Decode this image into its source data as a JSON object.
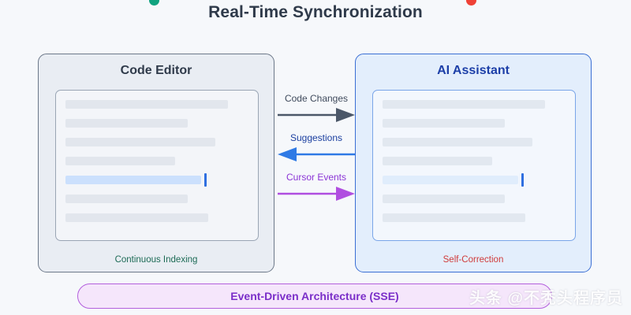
{
  "title": "Real-Time Synchronization",
  "status_dots": [
    {
      "name": "green-dot",
      "color": "#10a37f"
    },
    {
      "name": "red-dot",
      "color": "#ef4136"
    }
  ],
  "panels": {
    "editor": {
      "title": "Code Editor",
      "caption": "Continuous Indexing",
      "caption_color": "#1d6b56",
      "background": "#e9edf3",
      "border_color": "#6c7889",
      "code_lines": [
        {
          "width_pct": 89,
          "highlighted": false
        },
        {
          "width_pct": 67,
          "highlighted": false
        },
        {
          "width_pct": 82,
          "highlighted": false
        },
        {
          "width_pct": 60,
          "highlighted": false
        },
        {
          "width_pct": 74,
          "highlighted": true
        },
        {
          "width_pct": 67,
          "highlighted": false
        },
        {
          "width_pct": 78,
          "highlighted": false
        }
      ]
    },
    "assistant": {
      "title": "AI Assistant",
      "caption": "Self-Correction",
      "caption_color": "#d03b3b",
      "background": "#e3eefc",
      "border_color": "#3b6fd4",
      "code_lines": [
        {
          "width_pct": 89,
          "highlighted": false
        },
        {
          "width_pct": 67,
          "highlighted": false
        },
        {
          "width_pct": 82,
          "highlighted": false
        },
        {
          "width_pct": 60,
          "highlighted": false
        },
        {
          "width_pct": 74,
          "highlighted": true
        },
        {
          "width_pct": 67,
          "highlighted": false
        },
        {
          "width_pct": 78,
          "highlighted": false
        }
      ]
    }
  },
  "flows": [
    {
      "label": "Code Changes",
      "direction": "right",
      "color": "#4b5768",
      "label_color": "#3f4a5c"
    },
    {
      "label": "Suggestions",
      "direction": "left",
      "color": "#2f7ae5",
      "label_color": "#1b3fa0"
    },
    {
      "label": "Cursor Events",
      "direction": "right",
      "color": "#b04ee0",
      "label_color": "#8b35d6"
    }
  ],
  "bottom_bar": {
    "label": "Event-Driven Architecture (SSE)",
    "background": "#f5e6fb",
    "border_color": "#b35fdd",
    "text_color": "#7b2fc9"
  },
  "watermark": "头条 @不秃头程序员"
}
